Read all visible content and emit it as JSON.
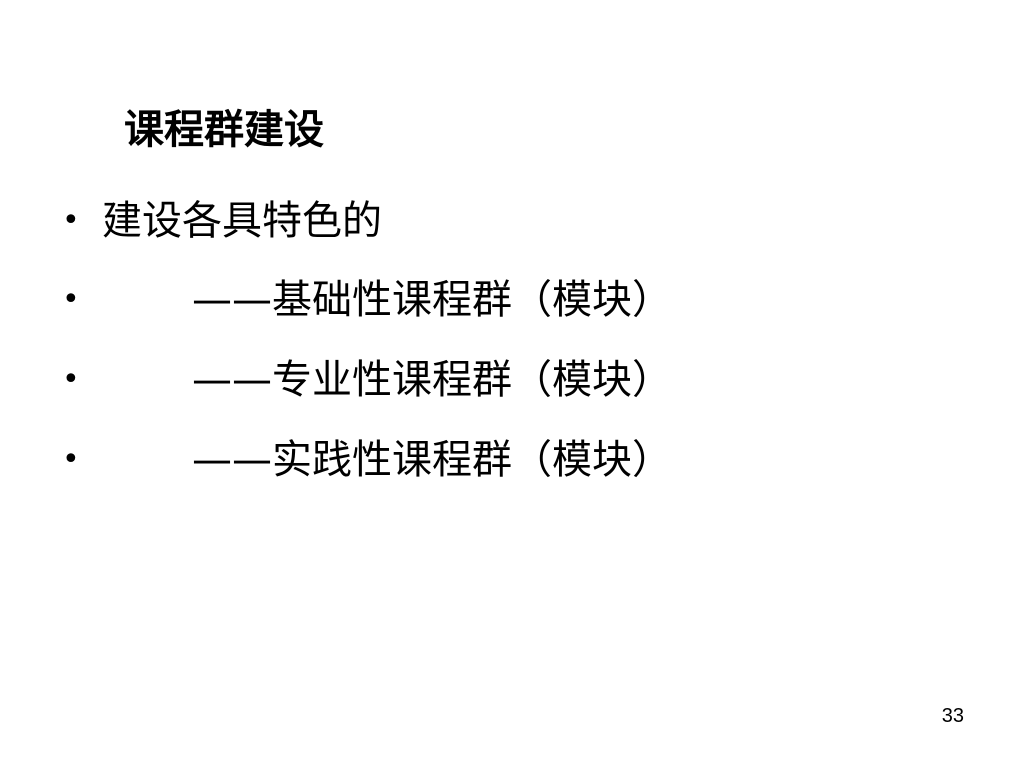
{
  "slide": {
    "title": "课程群建设",
    "bullet_symbol": "•",
    "bullets": [
      {
        "text": "建设各具特色的"
      },
      {
        "text": "——基础性课程群（模块）"
      },
      {
        "text": "——专业性课程群（模块）"
      },
      {
        "text": "——实践性课程群（模块）"
      }
    ],
    "page_number": "33"
  }
}
